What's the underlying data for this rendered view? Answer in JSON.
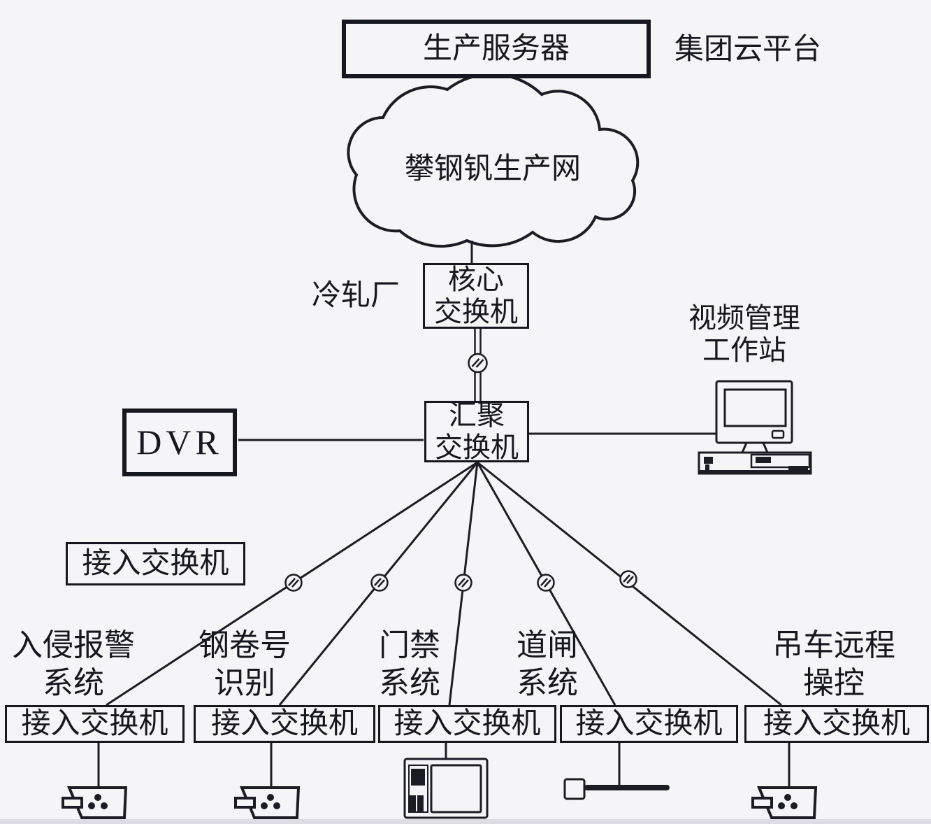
{
  "canvas": {
    "background": "#f5f5f7",
    "ink": "#1c1c24"
  },
  "top": {
    "production_server": "生产服务器",
    "cloud_platform_label": "集团云平台",
    "production_network_cloud": "攀钢钒生产网"
  },
  "core": {
    "plant_label": "冷轧厂",
    "core_switch_line1": "核心",
    "core_switch_line2": "交换机",
    "aggregation_switch_line1": "汇聚",
    "aggregation_switch_line2": "交换机"
  },
  "left": {
    "dvr": "DVR"
  },
  "right": {
    "video_workstation_line1": "视频管理",
    "video_workstation_line2": "工作站",
    "workstation_icon": "desktop-computer-icon"
  },
  "legend": {
    "access_switch": "接入交换机"
  },
  "connectors": {
    "symbol": "fiber-link-connector-icon",
    "count_fan": 5,
    "count_trunk": 1
  },
  "branches": [
    {
      "system_line1": "入侵报警",
      "system_line2": "系统",
      "switch": "接入交换机",
      "device": "cctv-camera-icon"
    },
    {
      "system_line1": "钢卷号",
      "system_line2": "识别",
      "switch": "接入交换机",
      "device": "cctv-camera-icon"
    },
    {
      "system_line1": "门禁",
      "system_line2": "系统",
      "switch": "接入交换机",
      "device": "access-terminal-icon"
    },
    {
      "system_line1": "道闸",
      "system_line2": "系统",
      "switch": "接入交换机",
      "device": "barrier-gate-icon"
    },
    {
      "system_line1": "吊车远程",
      "system_line2": "操控",
      "switch": "接入交换机",
      "device": "cctv-camera-icon"
    }
  ]
}
